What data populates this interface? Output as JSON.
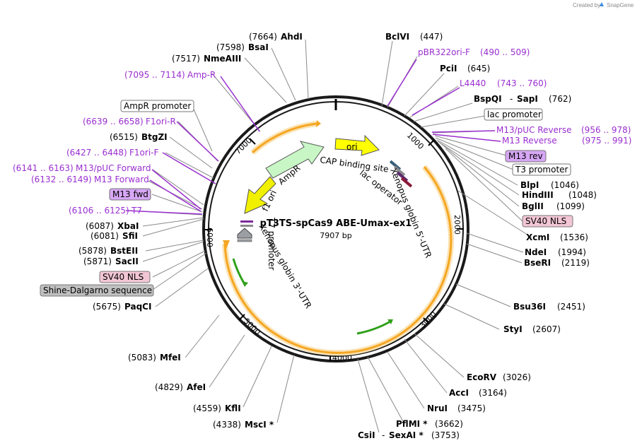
{
  "credit": {
    "prefix": "Created by",
    "brand": "SnapGene"
  },
  "plasmid": {
    "name": "pT3TS-spCas9 ABE-Umax-ex1",
    "size_label": "7907 bp",
    "total_bp": 7907
  },
  "ticks": [
    "1000",
    "2000",
    "3000",
    "4000",
    "5000",
    "6000",
    "7000"
  ],
  "enzymes_right": [
    {
      "name": "BclVI",
      "pos": "(447)"
    },
    {
      "name": "PciI",
      "pos": "(645)"
    },
    {
      "name": "BspQI",
      "pos": "(762)",
      "name2": "SapI"
    },
    {
      "name": "BlpI",
      "pos": "(1046)"
    },
    {
      "name": "HindIII",
      "pos": "(1048)"
    },
    {
      "name": "BglII",
      "pos": "(1099)"
    },
    {
      "name": "XcmI",
      "pos": "(1536)"
    },
    {
      "name": "NdeI",
      "pos": "(1994)"
    },
    {
      "name": "BseRI",
      "pos": "(2119)"
    },
    {
      "name": "Bsu36I",
      "pos": "(2451)"
    },
    {
      "name": "StyI",
      "pos": "(2607)"
    },
    {
      "name": "EcoRV",
      "pos": "(3026)"
    },
    {
      "name": "AccI",
      "pos": "(3164)"
    },
    {
      "name": "NruI",
      "pos": "(3475)"
    },
    {
      "name": "PflMI *",
      "pos": "(3662)"
    },
    {
      "name": "CsiI",
      "pos": "(3753)",
      "name2": "SexAI *"
    }
  ],
  "enzymes_left": [
    {
      "name": "AhdI",
      "pos": "(7664)"
    },
    {
      "name": "BsaI",
      "pos": "(7598)"
    },
    {
      "name": "NmeAIII",
      "pos": "(7517)"
    },
    {
      "name": "BtgZI",
      "pos": "(6515)"
    },
    {
      "name": "XbaI",
      "pos": "(6087)"
    },
    {
      "name": "SfiI",
      "pos": "(6081)"
    },
    {
      "name": "BstEII",
      "pos": "(5878)"
    },
    {
      "name": "SacII",
      "pos": "(5871)"
    },
    {
      "name": "PaqCI",
      "pos": "(5675)"
    },
    {
      "name": "MfeI",
      "pos": "(5083)"
    },
    {
      "name": "AfeI",
      "pos": "(4829)"
    },
    {
      "name": "KflI",
      "pos": "(4559)"
    },
    {
      "name": "MscI *",
      "pos": "(4338)"
    }
  ],
  "primers": [
    {
      "name": "pBR322ori-F",
      "range": "(490 .. 509)"
    },
    {
      "name": "L4440",
      "range": "(743 .. 760)"
    },
    {
      "name": "M13/pUC Reverse",
      "range": "(956 .. 978)"
    },
    {
      "name": "M13 Reverse",
      "range": "(975 .. 991)"
    },
    {
      "name": "Amp-R",
      "range": "(7095 .. 7114)"
    },
    {
      "name": "F1ori-R",
      "range": "(6639 .. 6658)"
    },
    {
      "name": "F1ori-F",
      "range": "(6427 .. 6448)"
    },
    {
      "name": "M13/pUC Forward",
      "range": "(6141 .. 6163)"
    },
    {
      "name": "M13 Forward",
      "range": "(6132 .. 6149)"
    },
    {
      "name": "T7",
      "range": "(6106 .. 6125)"
    }
  ],
  "boxed_features": {
    "lac_promoter": "lac promoter",
    "m13_rev": "M13 rev",
    "t3_promoter": "T3 promoter",
    "sv40_nls_right": "SV40 NLS",
    "ampr_promoter": "AmpR promoter",
    "m13_fwd": "M13 fwd",
    "sv40_nls_left": "SV40 NLS",
    "shine_dalgarno": "Shine-Dalgarno sequence"
  },
  "inner_features": {
    "ori": "ori",
    "ampr": "AmpR",
    "f1_ori": "f1 ori",
    "cap_site": "CAP binding site",
    "lac_operator": "lac operator",
    "xenopus_5": "Xenopus globin 5'-UTR",
    "t7_promoter": "T7 promoter",
    "xenopus_3": "Xenopus globin 3'-UTR"
  },
  "colors": {
    "backbone": "#1a1a1a",
    "primer": "#9a2fd0",
    "cds_orange": "#f5a623",
    "ampr_fill": "#c8f7c5",
    "f1_fill": "#f0f000",
    "ori_fill": "#ffff00",
    "boxed_purple": "#d7a7f5",
    "boxed_pink": "#f2c6d4",
    "boxed_grey": "#bfbfbf"
  }
}
